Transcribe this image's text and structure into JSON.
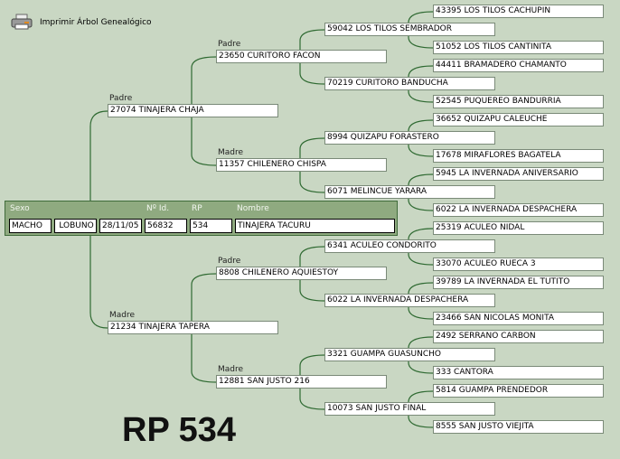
{
  "print_label": "Imprimir Árbol Genealógico",
  "big_title": "RP 534",
  "colors": {
    "background": "#c9d7c3",
    "panel": "#8faa80",
    "line": "#2f6a32"
  },
  "animal": {
    "labels": {
      "sexo": "Sexo",
      "id": "Nº Id.",
      "rp": "RP",
      "nombre": "Nombre"
    },
    "sexo": "MACHO",
    "pelaje": "LOBUNO",
    "fecha": "28/11/05",
    "id": "56832",
    "rp": "534",
    "nombre": "TINAJERA TACURU"
  },
  "parent_labels": {
    "padre": "Padre",
    "madre": "Madre"
  },
  "gen1": [
    "27074 TINAJERA CHAJA",
    "21234 TINAJERA TAPERA"
  ],
  "gen2": [
    "23650 CURITORO FACON",
    "11357 CHILENERO CHISPA",
    "8808 CHILENERO AQUIESTOY",
    "12881 SAN JUSTO 216"
  ],
  "gen3": [
    "59042 LOS TILOS SEMBRADOR",
    "70219 CURITORO BANDUCHA",
    "8994 QUIZAPU FORASTERO",
    "6071 MELINCUE YARARA",
    "6341 ACULEO CONDORITO",
    "6022 LA INVERNADA DESPACHERA",
    "3321 GUAMPA GUASUNCHO",
    "10073 SAN JUSTO FINAL"
  ],
  "gen4": [
    "43395 LOS TILOS CACHUPIN",
    "51052 LOS TILOS CANTINITA",
    "44411 BRAMADERO CHAMANTO",
    "52545 PUQUEREO BANDURRIA",
    "36652 QUIZAPU CALEUCHE",
    "17678 MIRAFLORES BAGATELA",
    "5945 LA INVERNADA ANIVERSARIO",
    "6022 LA INVERNADA DESPACHERA",
    "25319 ACULEO NIDAL",
    "33070 ACULEO RUECA 3",
    "39789 LA INVERNADA EL TUTITO",
    "23466 SAN NICOLAS MONITA",
    "2492 SERRANO CARBON",
    "333 CANTORA",
    "5814 GUAMPA PRENDEDOR",
    "8555 SAN JUSTO VIEJITA"
  ]
}
